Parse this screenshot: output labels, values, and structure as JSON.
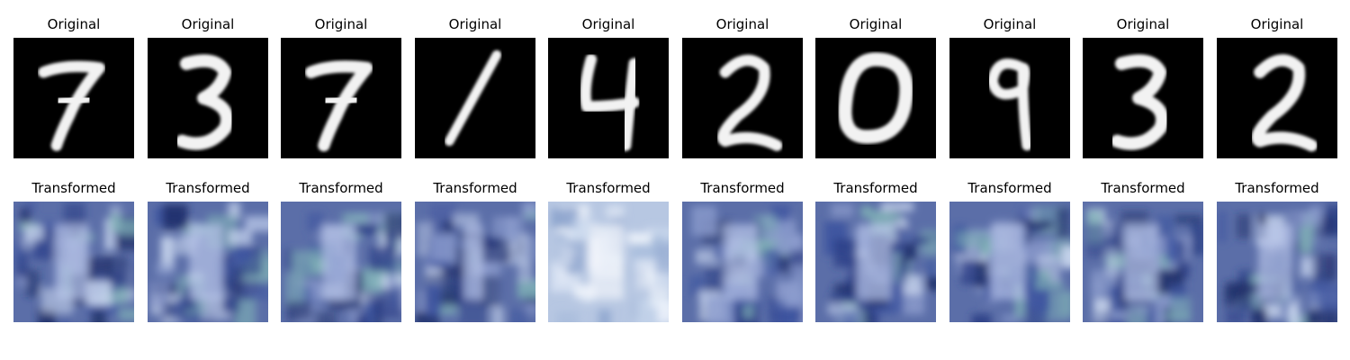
{
  "figure": {
    "rows": [
      {
        "kind": "original",
        "panels": [
          {
            "title": "Original",
            "digit": "7"
          },
          {
            "title": "Original",
            "digit": "3"
          },
          {
            "title": "Original",
            "digit": "7"
          },
          {
            "title": "Original",
            "digit": "1"
          },
          {
            "title": "Original",
            "digit": "4"
          },
          {
            "title": "Original",
            "digit": "2"
          },
          {
            "title": "Original",
            "digit": "0"
          },
          {
            "title": "Original",
            "digit": "9"
          },
          {
            "title": "Original",
            "digit": "3"
          },
          {
            "title": "Original",
            "digit": "2"
          }
        ]
      },
      {
        "kind": "transformed",
        "panels": [
          {
            "title": "Transformed"
          },
          {
            "title": "Transformed"
          },
          {
            "title": "Transformed"
          },
          {
            "title": "Transformed"
          },
          {
            "title": "Transformed"
          },
          {
            "title": "Transformed"
          },
          {
            "title": "Transformed"
          },
          {
            "title": "Transformed"
          },
          {
            "title": "Transformed"
          },
          {
            "title": "Transformed"
          }
        ]
      }
    ]
  },
  "colors": {
    "original_bg": "#000000",
    "original_stroke": "#f2f2f2",
    "transformed_base": "#5b6ea8",
    "transformed_light": "#c9d6ee",
    "transformed_dark": "#20306a",
    "transformed_accent": "#7fb0b6"
  }
}
